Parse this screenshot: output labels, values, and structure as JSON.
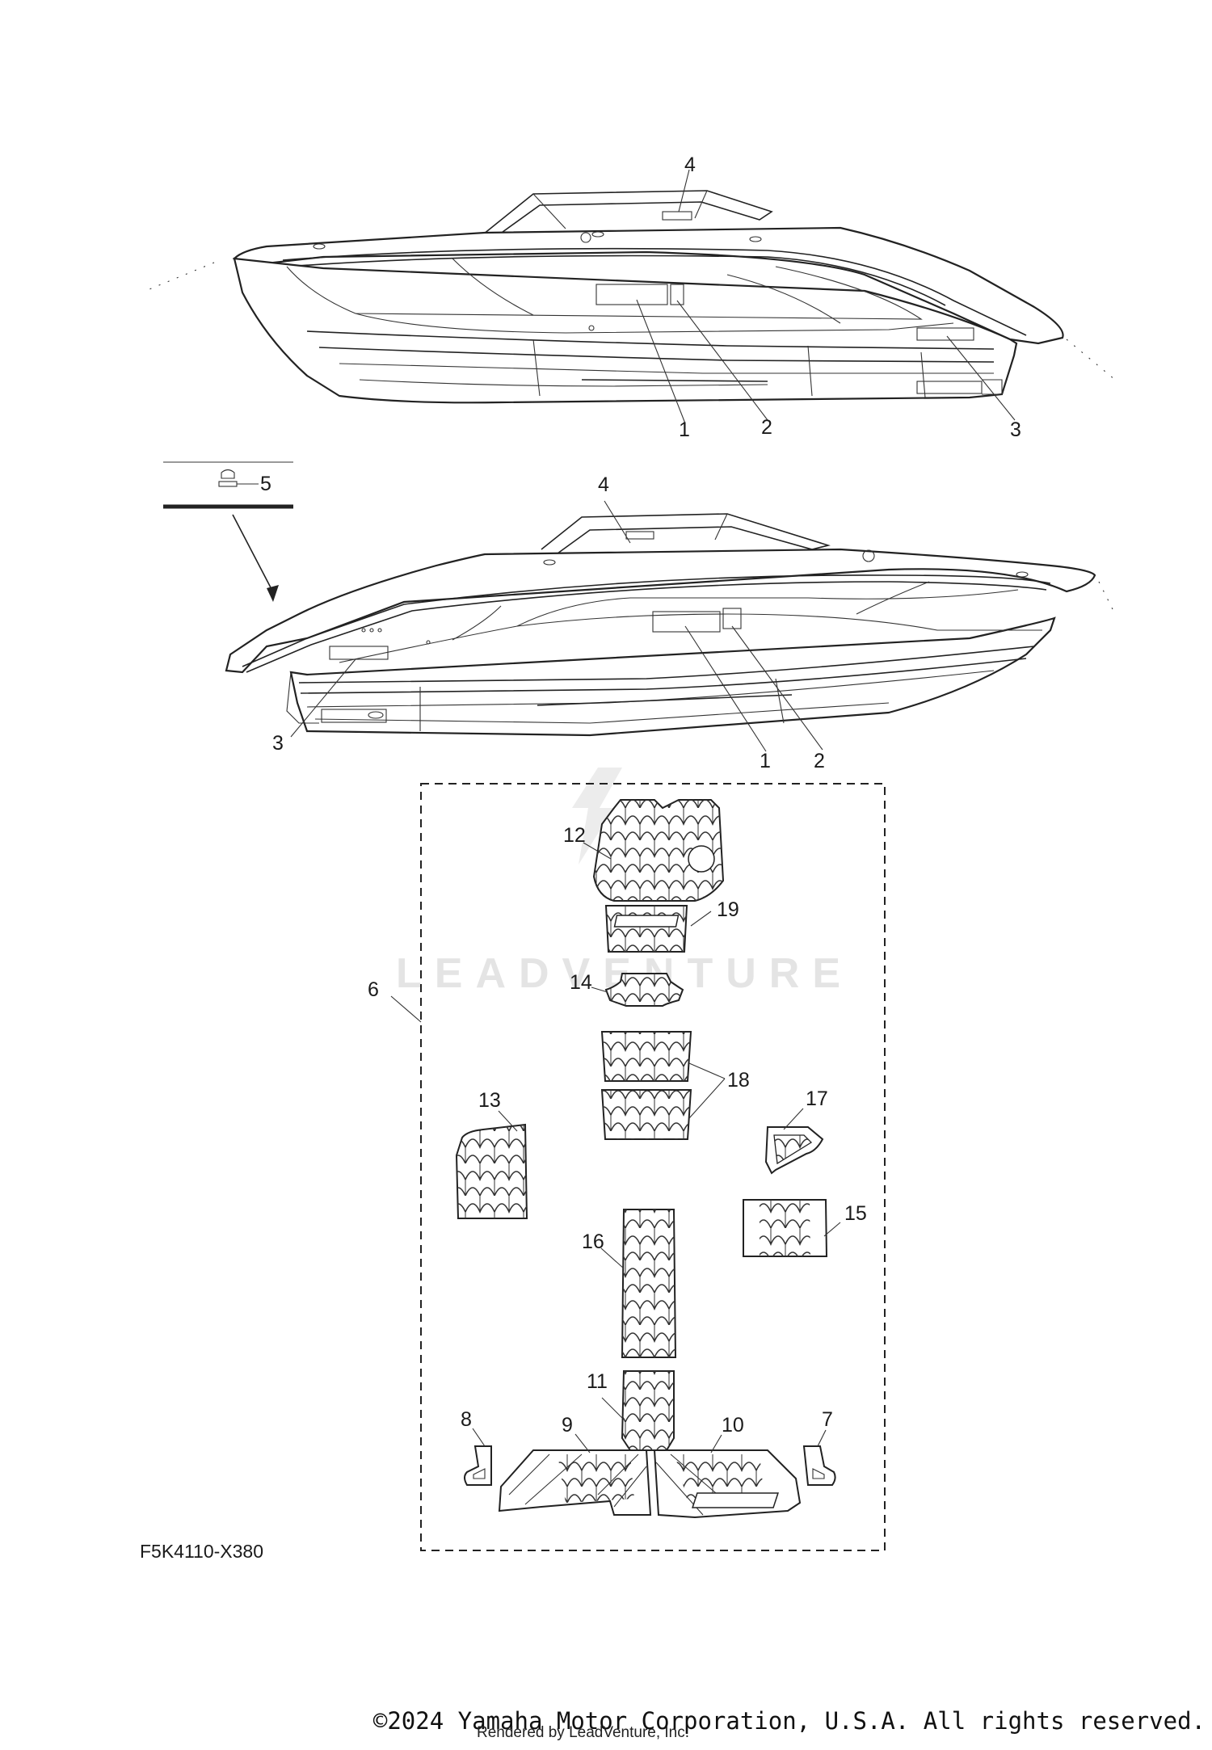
{
  "watermark": "LEADVENTURE",
  "diagram_code": "F5K4110-X380",
  "callouts": {
    "top_view": {
      "c1": "1",
      "c2": "2",
      "c3": "3",
      "c4": "4"
    },
    "inset": {
      "c5": "5"
    },
    "bottom_view": {
      "c1": "1",
      "c2": "2",
      "c3": "3",
      "c4": "4"
    },
    "mat_kit": {
      "c6": "6",
      "c7": "7",
      "c8": "8",
      "c9": "9",
      "c10": "10",
      "c11": "11",
      "c12": "12",
      "c13": "13",
      "c14": "14",
      "c15": "15",
      "c16": "16",
      "c17": "17",
      "c18": "18",
      "c19": "19"
    }
  },
  "copyright": "©2024 Yamaha Motor Corporation, U.S.A. All rights reserved.",
  "rendered_by": "Rendered by LeadVenture, Inc."
}
